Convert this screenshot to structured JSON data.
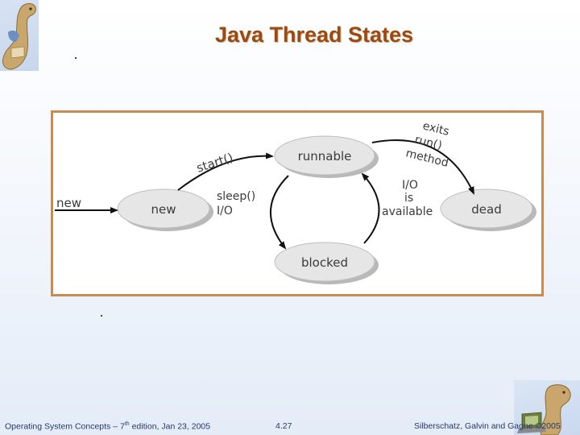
{
  "slide": {
    "title": "Java Thread States"
  },
  "diagram": {
    "states": {
      "new": "new",
      "runnable": "runnable",
      "blocked": "blocked",
      "dead": "dead"
    },
    "labels": {
      "entry": "new",
      "start": "start()",
      "exits_1": "exits",
      "exits_2": "run()",
      "exits_3": "method",
      "sleep": "sleep()",
      "io": "I/O",
      "io_avail_1": "I/O",
      "io_avail_2": "is",
      "io_avail_3": "available"
    }
  },
  "footer": {
    "left_prefix": "Operating System Concepts – 7",
    "left_sup": "th",
    "left_suffix": " edition, Jan 23, 2005",
    "page": "4.27",
    "copyright": "Silberschatz, Galvin and Gagne ©2005"
  }
}
